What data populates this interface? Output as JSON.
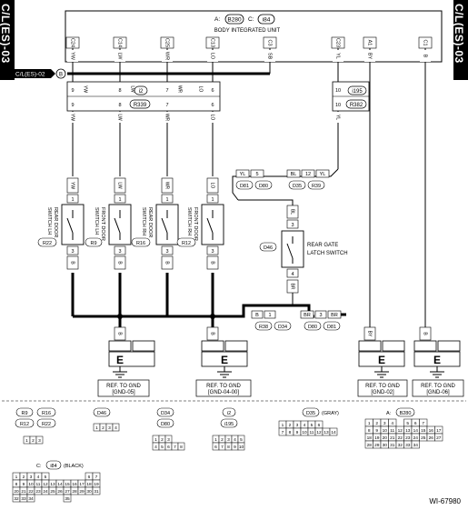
{
  "side_tabs": {
    "left": "C/L(ES)-03",
    "right": "C/L(ES)-03"
  },
  "source_tag": "C/L(ES)-02",
  "diagram_id": "WI-67980",
  "biu": {
    "connectors": [
      {
        "prefix": "A:",
        "id": "B280"
      },
      {
        "prefix": "C:",
        "id": "i84"
      }
    ],
    "name": "BODY INTEGRATED UNIT",
    "pins": [
      "C24",
      "C14",
      "C25",
      "C13",
      "C3",
      "C23",
      "A1",
      "C1"
    ],
    "pin_wire_colors": [
      "YW",
      "LW",
      "WR",
      "LO",
      "SB",
      "YL",
      "BY",
      "B"
    ]
  },
  "common_wire": {
    "terminal": "B",
    "color": "SB"
  },
  "connector_i2": {
    "id": "i2",
    "sub": "R339",
    "pins": [
      "9",
      "8",
      "7",
      "6"
    ],
    "colors": [
      "YW",
      "LW",
      "WR",
      "LO"
    ]
  },
  "connector_i195": {
    "id": "i195",
    "sub": "R382",
    "pins": [
      "10"
    ],
    "colors": [
      "YL"
    ]
  },
  "switches": [
    {
      "name_lines": [
        "REAR DOOR",
        "SWITCH LH"
      ],
      "conn": "R22",
      "top_color": "YW",
      "bottom_color": "B",
      "pins": [
        "1",
        "3"
      ]
    },
    {
      "name_lines": [
        "FRONT DOOR",
        "SWITCH LH"
      ],
      "conn": "R9",
      "top_color": "LW",
      "bottom_color": "B",
      "pins": [
        "1",
        "3"
      ]
    },
    {
      "name_lines": [
        "REAR DOOR",
        "SWITCH RH"
      ],
      "conn": "R16",
      "top_color": "WR",
      "bottom_color": "B",
      "pins": [
        "1",
        "3"
      ]
    },
    {
      "name_lines": [
        "FRONT DOOR",
        "SWITCH RH"
      ],
      "conn": "R12",
      "top_color": "LO",
      "bottom_color": "B",
      "pins": [
        "1",
        "3"
      ]
    }
  ],
  "rear_gate_path": {
    "seg1": {
      "color": "YL",
      "pin": "5",
      "conns": [
        "D81",
        "D80"
      ]
    },
    "seg2": {
      "color": "BL",
      "pin": "12",
      "color_after": "YL",
      "conns": [
        "D35",
        "R39"
      ]
    }
  },
  "rear_gate_switch": {
    "conn": "D46",
    "name_lines": [
      "REAR GATE",
      "LATCH SWITCH"
    ],
    "top_color": "BL",
    "top_pin": "3",
    "bottom_pin": "4",
    "bottom_color": "BR"
  },
  "rear_gate_ground": {
    "seg1": {
      "color": "B",
      "pin": "1",
      "conns": [
        "R38",
        "D34"
      ]
    },
    "seg2": {
      "color": "BR",
      "pin": "3",
      "color_after": "BR",
      "conns": [
        "D80",
        "D81"
      ]
    }
  },
  "grounds": [
    {
      "wire_color": "B",
      "letter": "E",
      "ref_lines": [
        "REF. TO GND",
        "[GND-05]"
      ]
    },
    {
      "wire_color": "B",
      "letter": "E",
      "ref_lines": [
        "REF. TO GND",
        "[GND-04-00]"
      ]
    },
    {
      "wire_color": "BY",
      "letter": "E",
      "ref_lines": [
        "REF. TO GND",
        "[GND-02]"
      ]
    },
    {
      "wire_color": "B",
      "letter": "E",
      "ref_lines": [
        "REF. TO GND",
        "[GND-06]"
      ]
    }
  ],
  "legend": {
    "group_r": {
      "ids": [
        "R9",
        "R16",
        "R12",
        "R22"
      ],
      "pins": [
        "1",
        "2",
        "3"
      ]
    },
    "d46": {
      "id": "D46",
      "pins": [
        "1",
        "2",
        "3",
        "4"
      ]
    },
    "d34": {
      "ids": [
        "D34",
        "D80"
      ],
      "pins": [
        "1",
        "2",
        "3",
        "4",
        "5",
        "6",
        "7",
        "8"
      ]
    },
    "i2": {
      "ids": [
        "i2",
        "i195"
      ],
      "pins": [
        "1",
        "2",
        "3",
        "4",
        "5",
        "6",
        "7",
        "8",
        "9",
        "10"
      ]
    },
    "d35": {
      "id": "D35",
      "note": "(GRAY)",
      "pins": [
        "1",
        "2",
        "3",
        "4",
        "5",
        "6",
        "7",
        "8",
        "9",
        "10",
        "11",
        "12",
        "13",
        "14"
      ]
    },
    "b280": {
      "prefix": "A:",
      "id": "B280",
      "pins": [
        "1",
        "2",
        "3",
        "4",
        "5",
        "6",
        "7",
        "8",
        "9",
        "10",
        "11",
        "12",
        "13",
        "14",
        "15",
        "16",
        "17",
        "18",
        "19",
        "20",
        "21",
        "22",
        "23",
        "24",
        "25",
        "26",
        "27",
        "28",
        "29",
        "30",
        "31",
        "32",
        "33",
        "34"
      ]
    },
    "i84": {
      "prefix": "C:",
      "id": "i84",
      "note": "(BLACK)",
      "pins": [
        "1",
        "2",
        "3",
        "4",
        "5",
        "6",
        "7",
        "8",
        "9",
        "10",
        "11",
        "12",
        "13",
        "14",
        "15",
        "16",
        "17",
        "18",
        "19",
        "20",
        "21",
        "22",
        "23",
        "24",
        "25",
        "26",
        "27",
        "28",
        "29",
        "30",
        "31",
        "32",
        "33",
        "34",
        "35"
      ]
    }
  }
}
